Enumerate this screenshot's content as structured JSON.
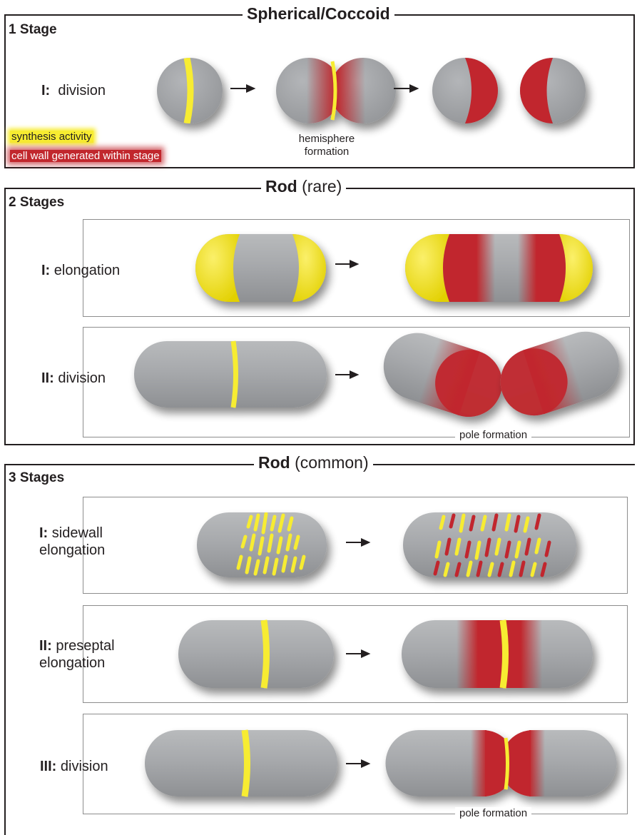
{
  "panel1": {
    "title": "Spherical/Coccoid",
    "stage_count": "1 Stage",
    "row1": {
      "number": "I:",
      "name": "division"
    },
    "caption_line1": "hemisphere",
    "caption_line2": "formation",
    "legend": {
      "synthesis": "synthesis activity",
      "cell_wall": "cell wall generated within stage"
    }
  },
  "panel2": {
    "title_bold": "Rod",
    "title_rest": "(rare)",
    "stage_count": "2 Stages",
    "row1": {
      "number": "I:",
      "name": "elongation"
    },
    "row2": {
      "number": "II:",
      "name": "division"
    },
    "pole_formation": "pole formation"
  },
  "panel3": {
    "title_bold": "Rod",
    "title_rest": "(common)",
    "stage_count": "3 Stages",
    "row1": {
      "number": "I:",
      "name_line1": "sidewall",
      "name_line2": "elongation"
    },
    "row2": {
      "number": "II:",
      "name_line1": "preseptal",
      "name_line2": "elongation"
    },
    "row3": {
      "number": "III:",
      "name": "division"
    },
    "pole_formation": "pole formation"
  },
  "colors": {
    "cell_gray": "#a7a9ac",
    "synthesis_yellow": "#f7ec31",
    "cell_wall_red": "#c1272d",
    "frame": "#231f20",
    "subframe": "#8d8d8d"
  }
}
